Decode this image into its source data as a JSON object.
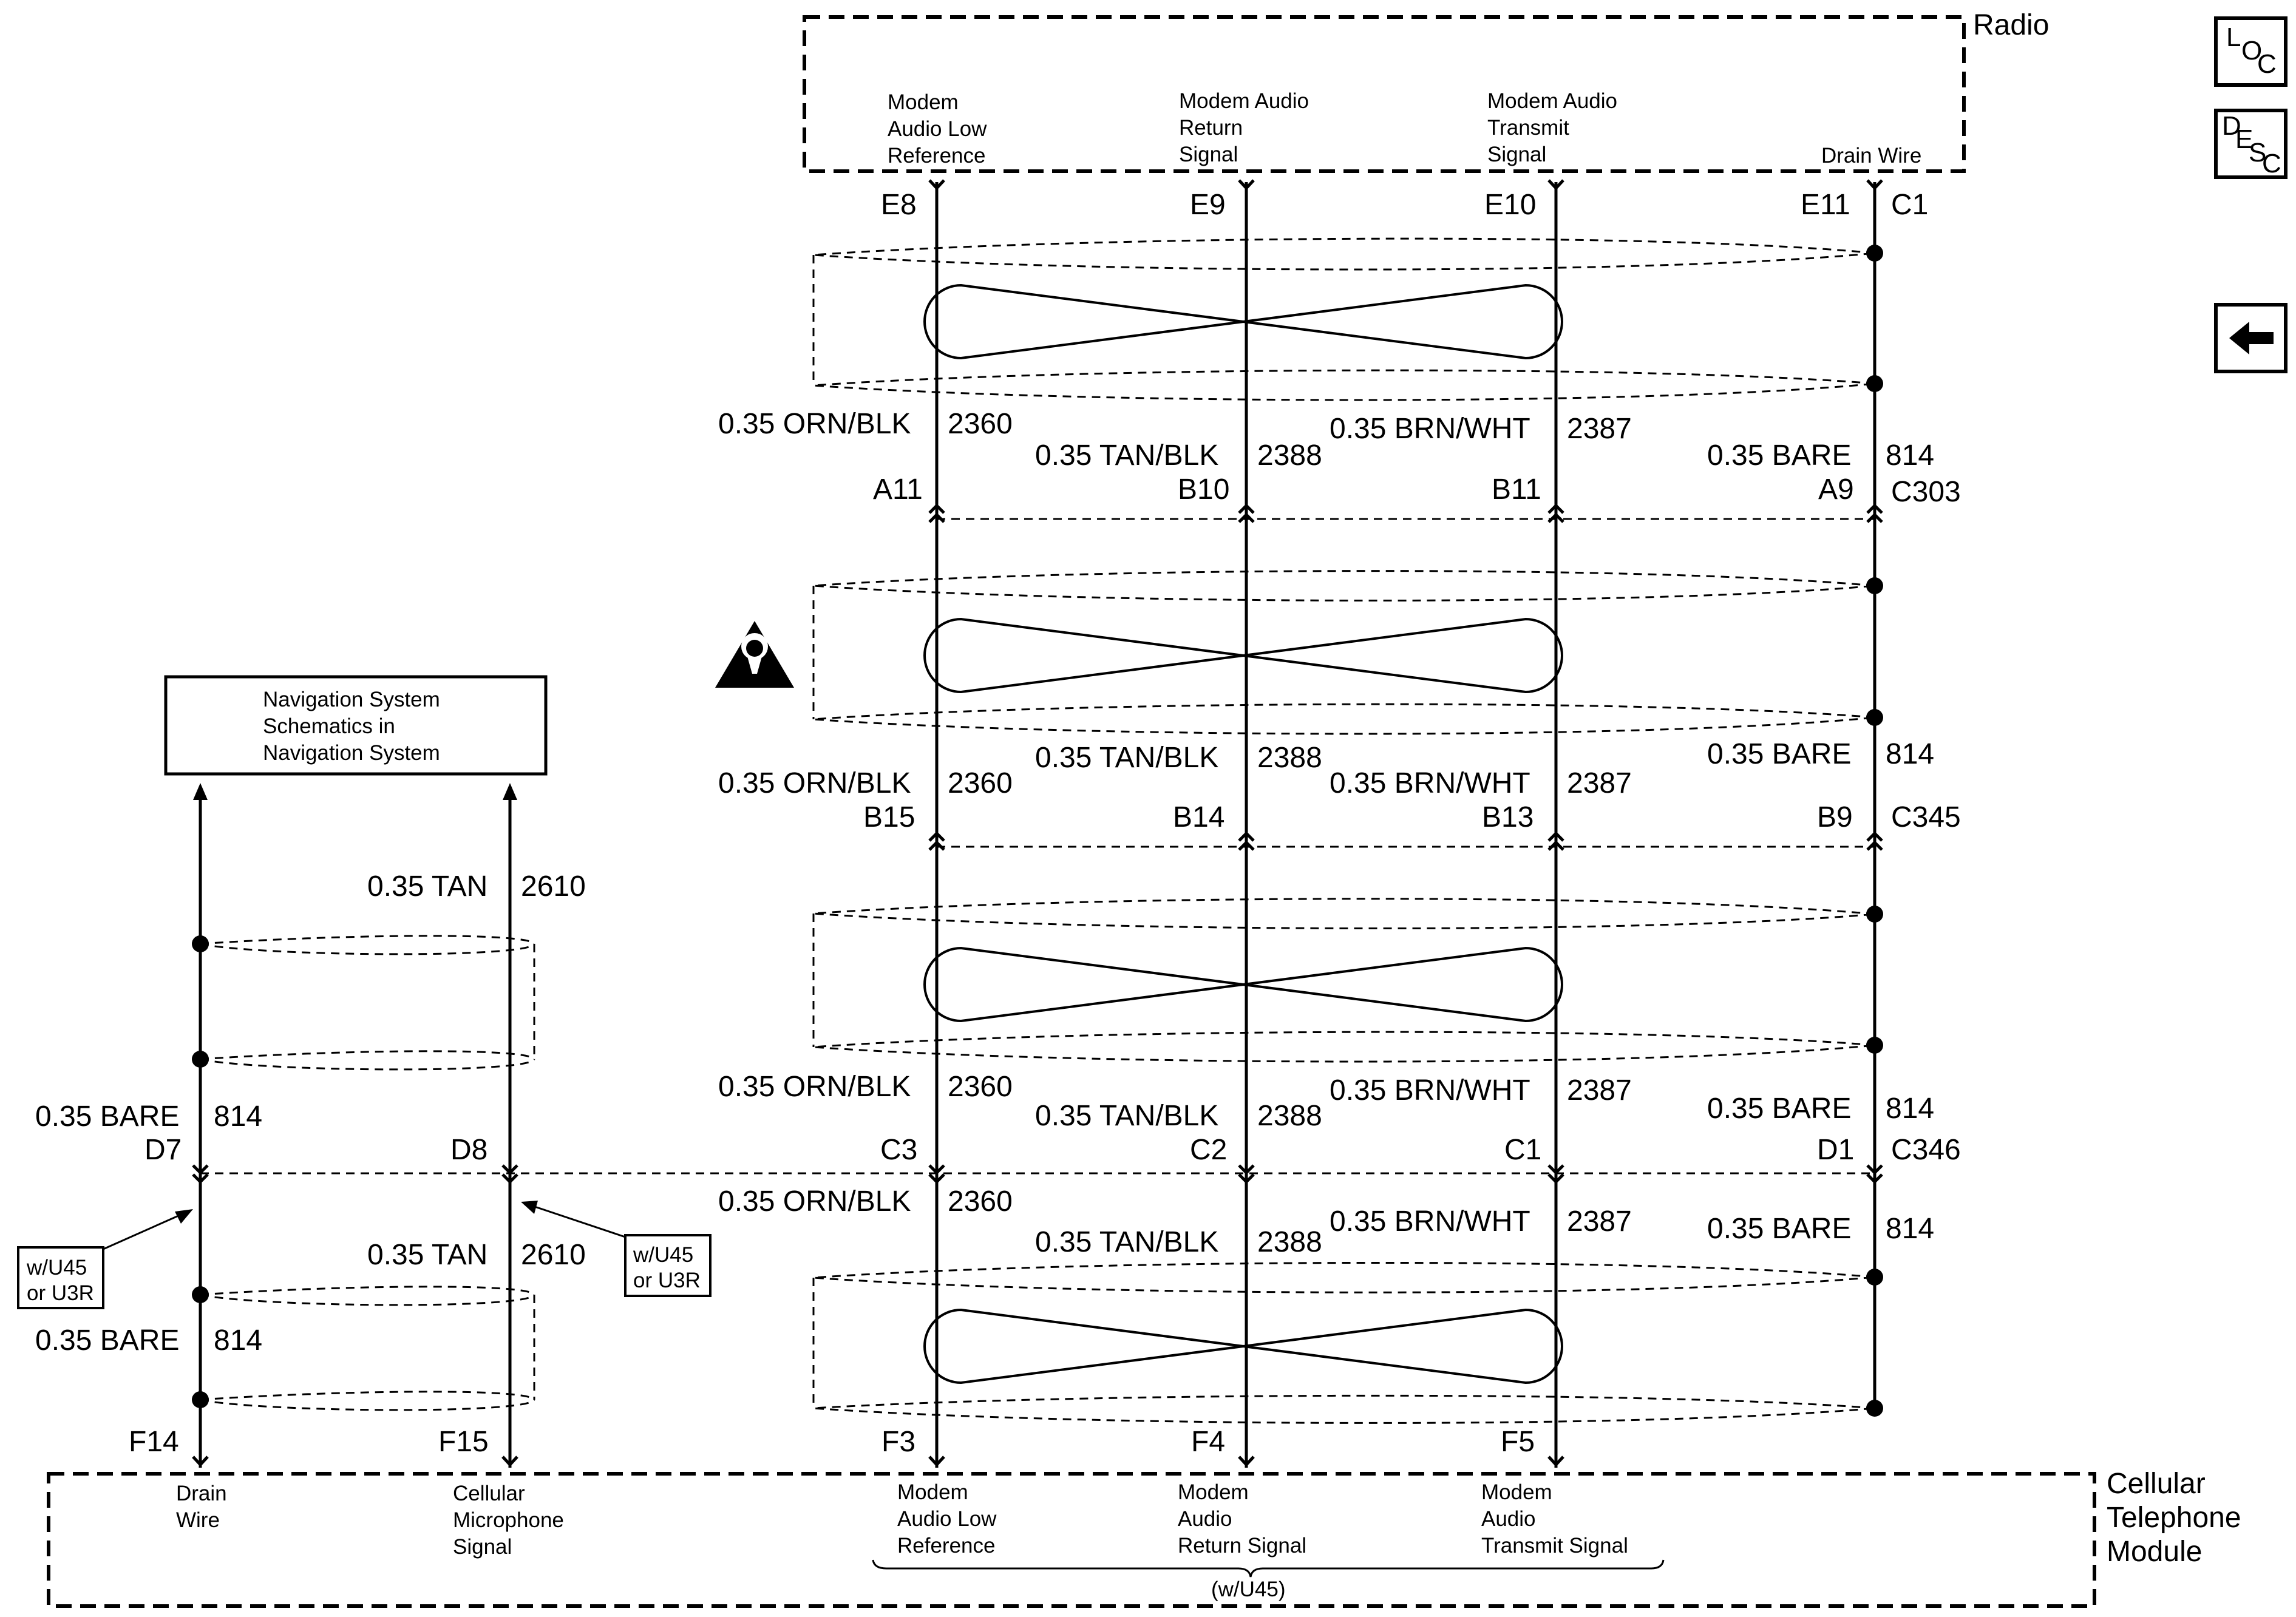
{
  "modules": {
    "radio": {
      "name": "Radio"
    },
    "ctm": {
      "name_lines": [
        "Cellular",
        "Telephone",
        "Module"
      ],
      "option": "(w/U45)"
    },
    "nav": {
      "lines": [
        "Navigation System",
        "Schematics in",
        "Navigation System"
      ]
    }
  },
  "side_buttons": {
    "loc": [
      "L",
      "O",
      "C"
    ],
    "desc": [
      "D",
      "E",
      "S",
      "C"
    ]
  },
  "radio_pins": [
    {
      "name": [
        "Modem",
        "Audio Low",
        "Reference"
      ],
      "pin": "E8"
    },
    {
      "name": [
        "Modem Audio",
        "Return",
        "Signal"
      ],
      "pin": "E9"
    },
    {
      "name": [
        "Modem Audio",
        "Transmit",
        "Signal"
      ],
      "pin": "E10"
    },
    {
      "name": [
        "Drain Wire"
      ],
      "pin": "E11",
      "connector": "C1"
    }
  ],
  "connectors": [
    {
      "name": "C303",
      "pins": [
        "A11",
        "B10",
        "B11",
        "A9"
      ]
    },
    {
      "name": "C345",
      "pins": [
        "B15",
        "B14",
        "B13",
        "B9"
      ]
    },
    {
      "name": "C346",
      "pins": [
        "C3",
        "C2",
        "C1",
        "D1"
      ],
      "left_pins": [
        "D7",
        "D8"
      ]
    }
  ],
  "circuits": {
    "c2360": {
      "wire": "0.35 ORN/BLK",
      "num": "2360"
    },
    "c2388": {
      "wire": "0.35 TAN/BLK",
      "num": "2388"
    },
    "c2387": {
      "wire": "0.35 BRN/WHT",
      "num": "2387"
    },
    "c814": {
      "wire": "0.35 BARE",
      "num": "814"
    },
    "c2610": {
      "wire": "0.35 TAN",
      "num": "2610"
    }
  },
  "option_tags": [
    [
      "w/U45",
      "or U3R"
    ],
    [
      "w/U45",
      "or U3R"
    ]
  ],
  "ctm_pins": [
    {
      "name": [
        "Drain",
        "Wire"
      ],
      "pin": "F14"
    },
    {
      "name": [
        "Cellular",
        "Microphone",
        "Signal"
      ],
      "pin": "F15"
    },
    {
      "name": [
        "Modem",
        "Audio Low",
        "Reference"
      ],
      "pin": "F3"
    },
    {
      "name": [
        "Modem",
        "Audio",
        "Return Signal"
      ],
      "pin": "F4"
    },
    {
      "name": [
        "Modem",
        "Audio",
        "Transmit Signal"
      ],
      "pin": "F5"
    }
  ]
}
